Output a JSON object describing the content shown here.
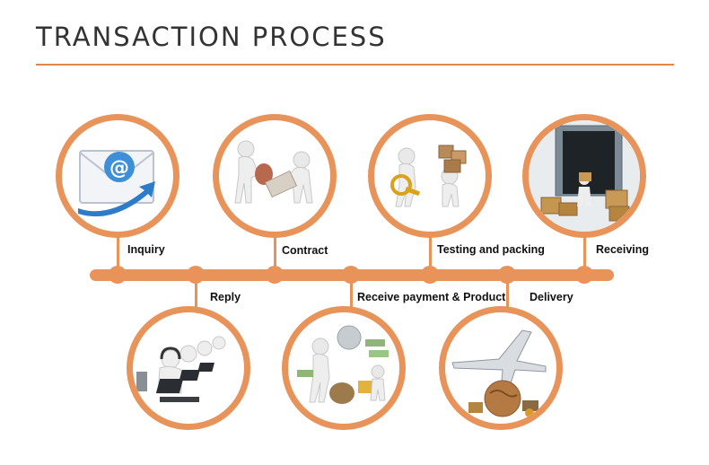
{
  "title": "TRANSACTION PROCESS",
  "accent_color": "#e8935a",
  "steps": [
    {
      "label": "Inquiry",
      "icon": "email-envelope-icon"
    },
    {
      "label": "Reply",
      "icon": "call-center-agents-icon"
    },
    {
      "label": "Contract",
      "icon": "handshake-contract-icon"
    },
    {
      "label": "Receive payment & Product",
      "icon": "payment-money-icon"
    },
    {
      "label": "Testing and packing",
      "icon": "inspect-packages-icon"
    },
    {
      "label": "Delivery",
      "icon": "airplane-globe-icon"
    },
    {
      "label": "Receiving",
      "icon": "warehouse-container-icon"
    }
  ]
}
